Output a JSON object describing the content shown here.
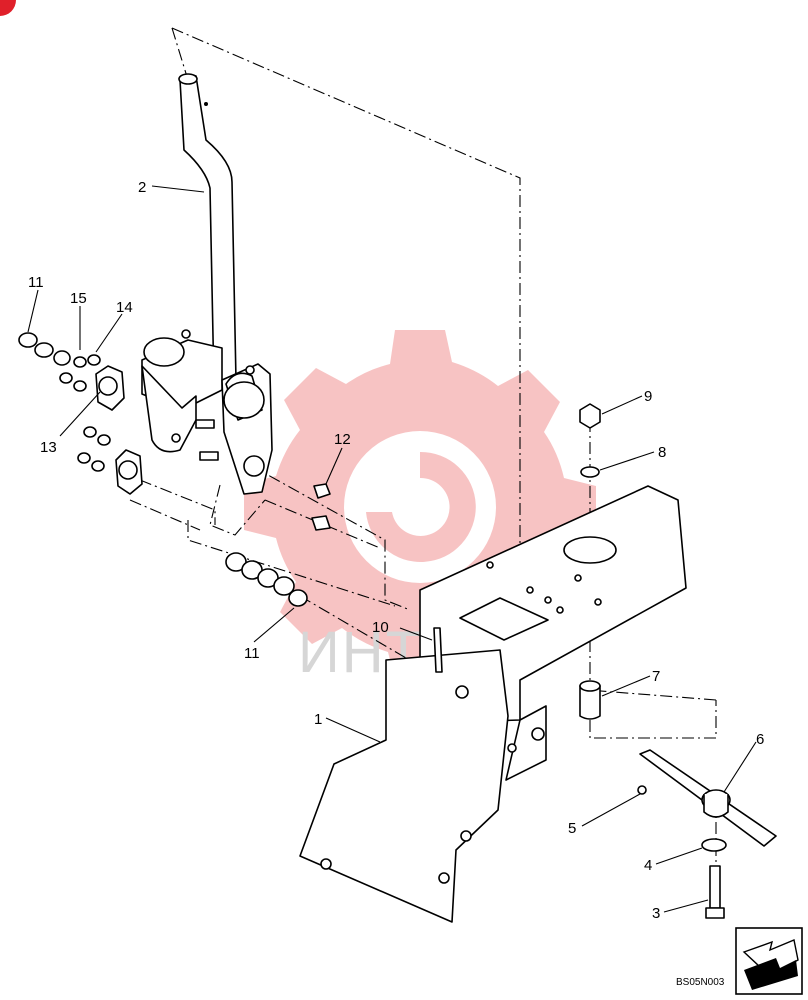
{
  "diagram": {
    "drawing_code": "BS05N003",
    "watermark_text": "ИНТЕХ",
    "colors": {
      "line": "#000000",
      "watermark_gear": "#f6b9b9",
      "watermark_text": "#d6d6d6",
      "corner_mark": "#e0202a"
    },
    "callouts": [
      {
        "id": "c1",
        "label": "1"
      },
      {
        "id": "c2",
        "label": "2"
      },
      {
        "id": "c3",
        "label": "3"
      },
      {
        "id": "c4",
        "label": "4"
      },
      {
        "id": "c5",
        "label": "5"
      },
      {
        "id": "c6",
        "label": "6"
      },
      {
        "id": "c7",
        "label": "7"
      },
      {
        "id": "c8",
        "label": "8"
      },
      {
        "id": "c9",
        "label": "9"
      },
      {
        "id": "c10",
        "label": "10"
      },
      {
        "id": "c11a",
        "label": "11"
      },
      {
        "id": "c11b",
        "label": "11"
      },
      {
        "id": "c12",
        "label": "12"
      },
      {
        "id": "c13",
        "label": "13"
      },
      {
        "id": "c14",
        "label": "14"
      },
      {
        "id": "c15",
        "label": "15"
      }
    ],
    "nav_icon": "arrow-down-left-icon"
  }
}
